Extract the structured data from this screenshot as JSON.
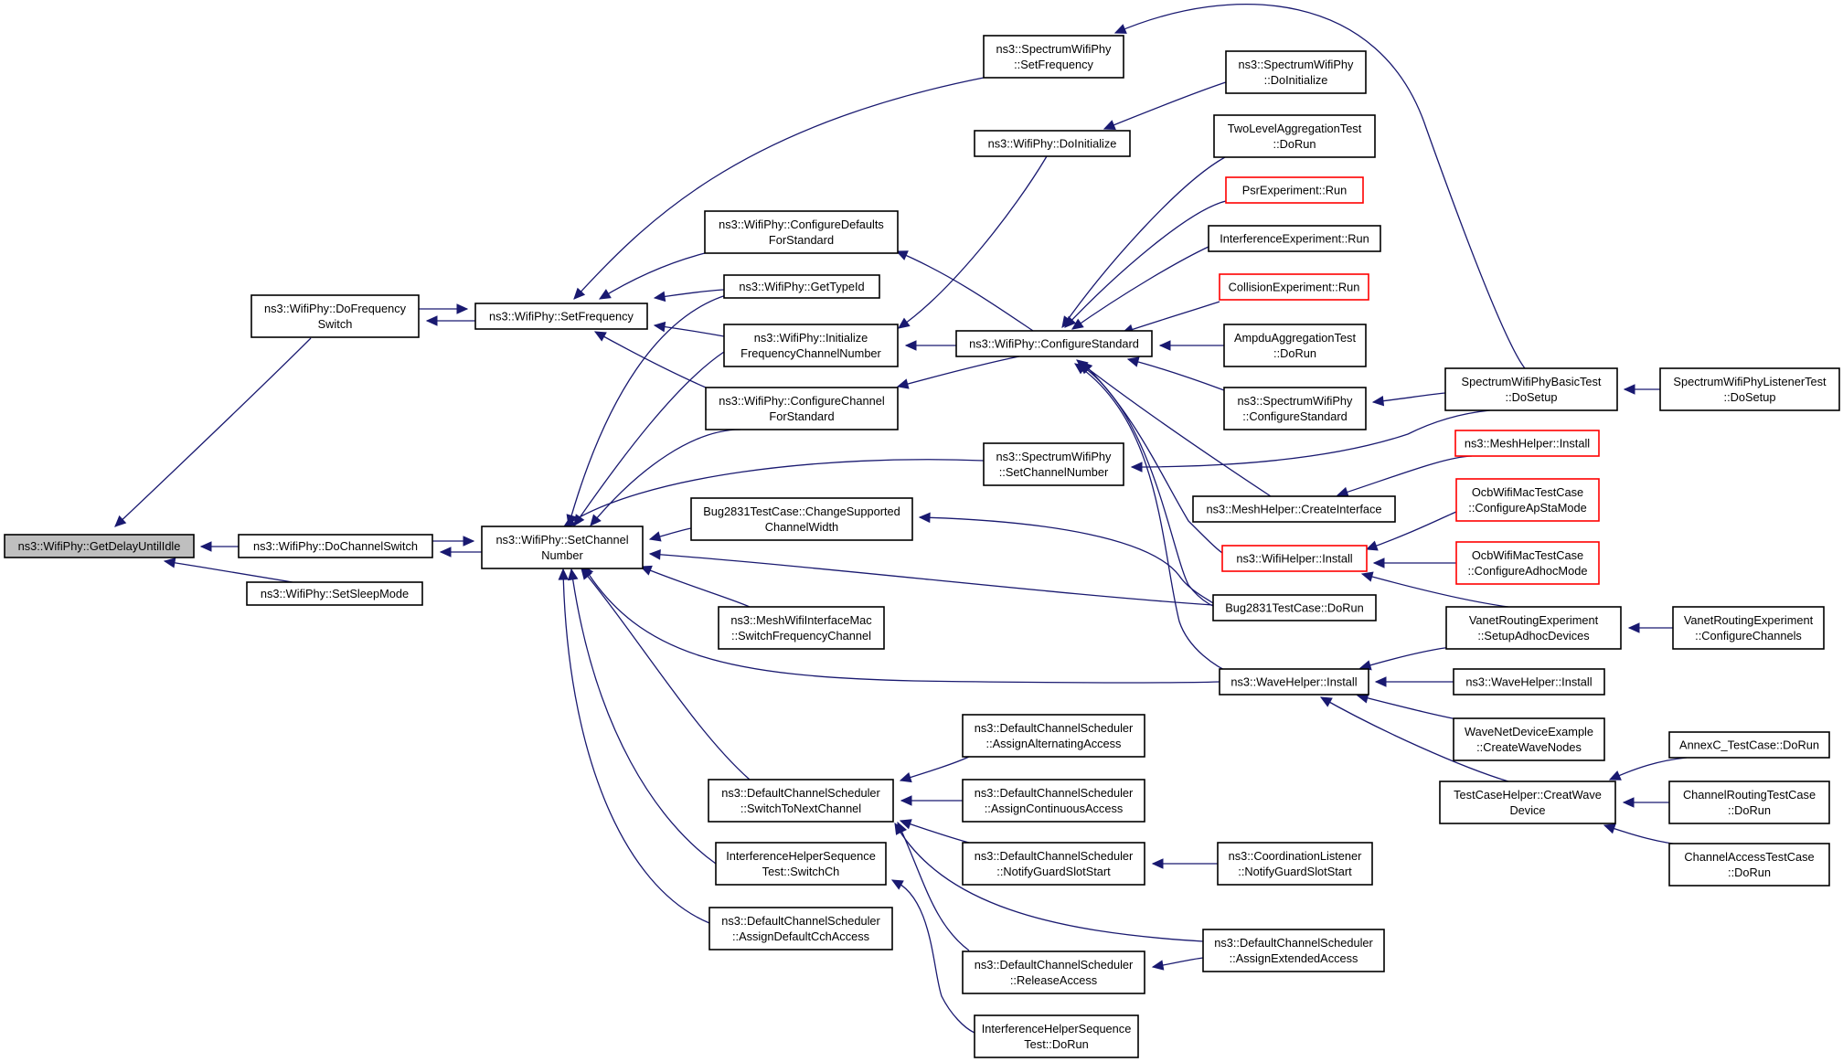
{
  "nodes": {
    "getdelay": {
      "lines": [
        "ns3::WifiPhy::GetDelayUntilIdle"
      ],
      "style": "highlight"
    },
    "dofreqswitch": {
      "lines": [
        "ns3::WifiPhy::DoFrequency",
        "Switch"
      ],
      "style": "normal"
    },
    "dochanswitch": {
      "lines": [
        "ns3::WifiPhy::DoChannelSwitch"
      ],
      "style": "normal"
    },
    "setsleep": {
      "lines": [
        "ns3::WifiPhy::SetSleepMode"
      ],
      "style": "normal"
    },
    "setfreq": {
      "lines": [
        "ns3::WifiPhy::SetFrequency"
      ],
      "style": "normal"
    },
    "setchan": {
      "lines": [
        "ns3::WifiPhy::SetChannel",
        "Number"
      ],
      "style": "normal"
    },
    "specsetfreq": {
      "lines": [
        "ns3::SpectrumWifiPhy",
        "::SetFrequency"
      ],
      "style": "normal"
    },
    "specdoinit": {
      "lines": [
        "ns3::SpectrumWifiPhy",
        "::DoInitialize"
      ],
      "style": "normal"
    },
    "wifidoinit": {
      "lines": [
        "ns3::WifiPhy::DoInitialize"
      ],
      "style": "normal"
    },
    "confdefaults": {
      "lines": [
        "ns3::WifiPhy::ConfigureDefaults",
        "ForStandard"
      ],
      "style": "normal"
    },
    "gettypeid": {
      "lines": [
        "ns3::WifiPhy::GetTypeId"
      ],
      "style": "normal"
    },
    "initfreq": {
      "lines": [
        "ns3::WifiPhy::Initialize",
        "FrequencyChannelNumber"
      ],
      "style": "normal"
    },
    "confchannel": {
      "lines": [
        "ns3::WifiPhy::ConfigureChannel",
        "ForStandard"
      ],
      "style": "normal"
    },
    "confstandard": {
      "lines": [
        "ns3::WifiPhy::ConfigureStandard"
      ],
      "style": "normal"
    },
    "twolevel": {
      "lines": [
        "TwoLevelAggregationTest",
        "::DoRun"
      ],
      "style": "normal"
    },
    "psr": {
      "lines": [
        "PsrExperiment::Run"
      ],
      "style": "red"
    },
    "interfexp": {
      "lines": [
        "InterferenceExperiment::Run"
      ],
      "style": "normal"
    },
    "collision": {
      "lines": [
        "CollisionExperiment::Run"
      ],
      "style": "red"
    },
    "ampdu": {
      "lines": [
        "AmpduAggregationTest",
        "::DoRun"
      ],
      "style": "normal"
    },
    "specconfstd": {
      "lines": [
        "ns3::SpectrumWifiPhy",
        "::ConfigureStandard"
      ],
      "style": "normal"
    },
    "specbasic": {
      "lines": [
        "SpectrumWifiPhyBasicTest",
        "::DoSetup"
      ],
      "style": "normal"
    },
    "speclistener": {
      "lines": [
        "SpectrumWifiPhyListenerTest",
        "::DoSetup"
      ],
      "style": "normal"
    },
    "specsetchan": {
      "lines": [
        "ns3::SpectrumWifiPhy",
        "::SetChannelNumber"
      ],
      "style": "normal"
    },
    "bugchange": {
      "lines": [
        "Bug2831TestCase::ChangeSupported",
        "ChannelWidth"
      ],
      "style": "normal"
    },
    "meshcreate": {
      "lines": [
        "ns3::MeshHelper::CreateInterface"
      ],
      "style": "normal"
    },
    "meshinstall": {
      "lines": [
        "ns3::MeshHelper::Install"
      ],
      "style": "red"
    },
    "ocbapsta": {
      "lines": [
        "OcbWifiMacTestCase",
        "::ConfigureApStaMode"
      ],
      "style": "red"
    },
    "ocbadhoc": {
      "lines": [
        "OcbWifiMacTestCase",
        "::ConfigureAdhocMode"
      ],
      "style": "red"
    },
    "wifihelper": {
      "lines": [
        "ns3::WifiHelper::Install"
      ],
      "style": "red"
    },
    "bugdorun": {
      "lines": [
        "Bug2831TestCase::DoRun"
      ],
      "style": "normal"
    },
    "meshmac": {
      "lines": [
        "ns3::MeshWifiInterfaceMac",
        "::SwitchFrequencyChannel"
      ],
      "style": "normal"
    },
    "vanetsetup": {
      "lines": [
        "VanetRoutingExperiment",
        "::SetupAdhocDevices"
      ],
      "style": "normal"
    },
    "vanetconf": {
      "lines": [
        "VanetRoutingExperiment",
        "::ConfigureChannels"
      ],
      "style": "normal"
    },
    "wavehelper": {
      "lines": [
        "ns3::WaveHelper::Install"
      ],
      "style": "normal"
    },
    "wavehelper2": {
      "lines": [
        "ns3::WaveHelper::Install"
      ],
      "style": "normal"
    },
    "wavenet": {
      "lines": [
        "WaveNetDeviceExample",
        "::CreateWaveNodes"
      ],
      "style": "normal"
    },
    "testcasehelper": {
      "lines": [
        "TestCaseHelper::CreatWave",
        "Device"
      ],
      "style": "normal"
    },
    "annexc": {
      "lines": [
        "AnnexC_TestCase::DoRun"
      ],
      "style": "normal"
    },
    "chanrouting": {
      "lines": [
        "ChannelRoutingTestCase",
        "::DoRun"
      ],
      "style": "normal"
    },
    "chanaccess": {
      "lines": [
        "ChannelAccessTestCase",
        "::DoRun"
      ],
      "style": "normal"
    },
    "dcsswitch": {
      "lines": [
        "ns3::DefaultChannelScheduler",
        "::SwitchToNextChannel"
      ],
      "style": "normal"
    },
    "dcsalt": {
      "lines": [
        "ns3::DefaultChannelScheduler",
        "::AssignAlternatingAccess"
      ],
      "style": "normal"
    },
    "dcscont": {
      "lines": [
        "ns3::DefaultChannelScheduler",
        "::AssignContinuousAccess"
      ],
      "style": "normal"
    },
    "dcsguard": {
      "lines": [
        "ns3::DefaultChannelScheduler",
        "::NotifyGuardSlotStart"
      ],
      "style": "normal"
    },
    "coordguard": {
      "lines": [
        "ns3::CoordinationListener",
        "::NotifyGuardSlotStart"
      ],
      "style": "normal"
    },
    "ihsswitch": {
      "lines": [
        "InterferenceHelperSequence",
        "Test::SwitchCh"
      ],
      "style": "normal"
    },
    "dcsdefault": {
      "lines": [
        "ns3::DefaultChannelScheduler",
        "::AssignDefaultCchAccess"
      ],
      "style": "normal"
    },
    "dcsrelease": {
      "lines": [
        "ns3::DefaultChannelScheduler",
        "::ReleaseAccess"
      ],
      "style": "normal"
    },
    "dcsextended": {
      "lines": [
        "ns3::DefaultChannelScheduler",
        "::AssignExtendedAccess"
      ],
      "style": "normal"
    },
    "ihsdorun": {
      "lines": [
        "InterferenceHelperSequence",
        "Test::DoRun"
      ],
      "style": "normal"
    }
  },
  "colors": {
    "edge": "#191970",
    "highlight_fill": "#bfbfbf",
    "node_border": "#000000",
    "red_border": "#ff0000"
  }
}
